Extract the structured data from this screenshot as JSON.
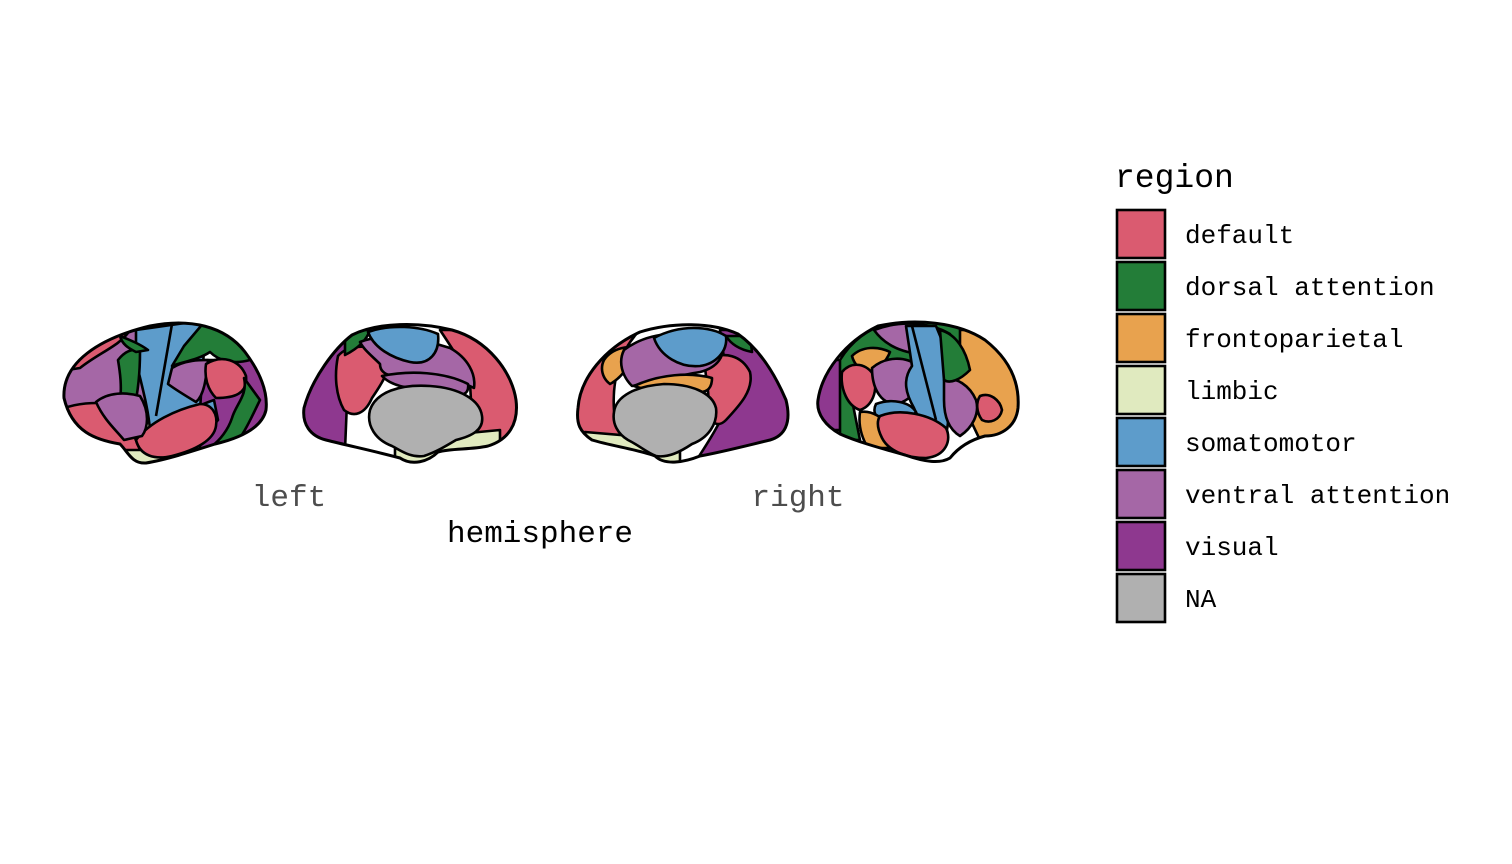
{
  "axis": {
    "title": "hemisphere",
    "labels": [
      "left",
      "right"
    ]
  },
  "legend": {
    "title": "region",
    "items": [
      {
        "key": "default",
        "label": "default",
        "color": "#DA5B70"
      },
      {
        "key": "dorsal",
        "label": "dorsal attention",
        "color": "#237D38"
      },
      {
        "key": "fronto",
        "label": "frontoparietal",
        "color": "#E8A24E"
      },
      {
        "key": "limbic",
        "label": "limbic",
        "color": "#E0EABF"
      },
      {
        "key": "somato",
        "label": "somatomotor",
        "color": "#5D9CCB"
      },
      {
        "key": "ventral",
        "label": "ventral attention",
        "color": "#A567A6"
      },
      {
        "key": "visual",
        "label": "visual",
        "color": "#8E388F"
      },
      {
        "key": "na",
        "label": "NA",
        "color": "#B0B0B0"
      }
    ]
  }
}
